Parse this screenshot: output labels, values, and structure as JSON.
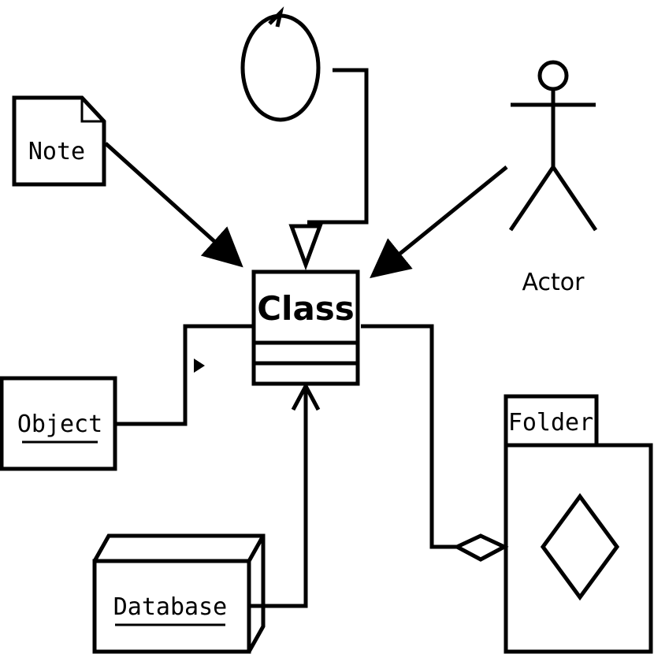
{
  "diagram": {
    "class_node": {
      "label": "Class"
    },
    "note_node": {
      "label": "Note"
    },
    "actor_node": {
      "label": "Actor"
    },
    "object_node": {
      "label": "Object"
    },
    "database_node": {
      "label": "Database"
    },
    "folder_node": {
      "label": "Folder"
    }
  },
  "colors": {
    "stroke": "#000000",
    "background": "#ffffff"
  }
}
